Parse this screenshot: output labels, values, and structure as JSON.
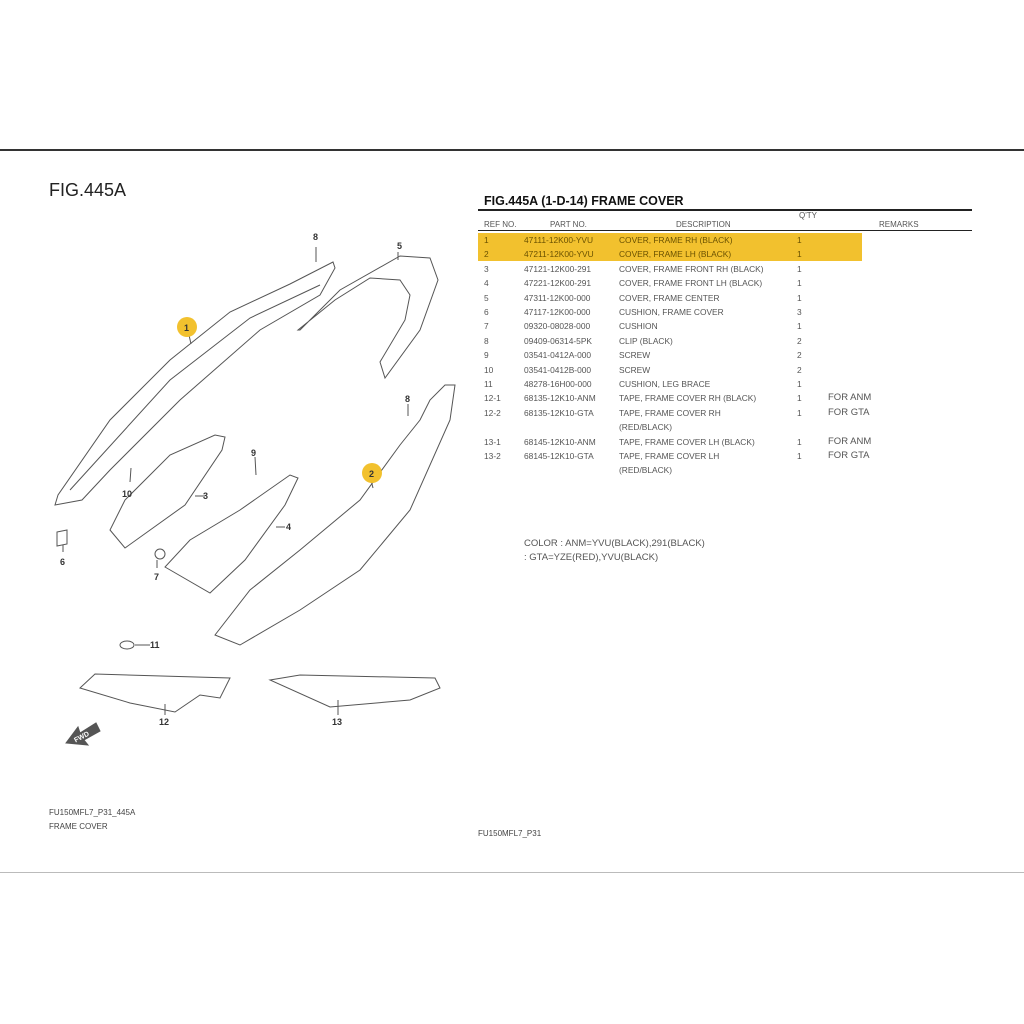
{
  "figure_label": "FIG.445A",
  "table": {
    "title": "FIG.445A (1-D-14) FRAME COVER",
    "headers": {
      "ref": "REF NO.",
      "part": "PART NO.",
      "desc": "DESCRIPTION",
      "qty": "Q'TY",
      "remarks": "REMARKS"
    },
    "highlight_color": "#f2c12e",
    "rows": [
      {
        "ref": "1",
        "part": "47111-12K00-YVU",
        "desc": "COVER, FRAME RH (BLACK)",
        "qty": "1",
        "remarks": "",
        "highlighted": true
      },
      {
        "ref": "2",
        "part": "47211-12K00-YVU",
        "desc": "COVER, FRAME LH (BLACK)",
        "qty": "1",
        "remarks": "",
        "highlighted": true
      },
      {
        "ref": "3",
        "part": "47121-12K00-291",
        "desc": "COVER, FRAME FRONT RH (BLACK)",
        "qty": "1",
        "remarks": ""
      },
      {
        "ref": "4",
        "part": "47221-12K00-291",
        "desc": "COVER, FRAME FRONT LH (BLACK)",
        "qty": "1",
        "remarks": ""
      },
      {
        "ref": "5",
        "part": "47311-12K00-000",
        "desc": "COVER, FRAME CENTER",
        "qty": "1",
        "remarks": ""
      },
      {
        "ref": "6",
        "part": "47117-12K00-000",
        "desc": "CUSHION, FRAME COVER",
        "qty": "3",
        "remarks": ""
      },
      {
        "ref": "7",
        "part": "09320-08028-000",
        "desc": "CUSHION",
        "qty": "1",
        "remarks": ""
      },
      {
        "ref": "8",
        "part": "09409-06314-5PK",
        "desc": "CLIP (BLACK)",
        "qty": "2",
        "remarks": ""
      },
      {
        "ref": "9",
        "part": "03541-0412A-000",
        "desc": "SCREW",
        "qty": "2",
        "remarks": ""
      },
      {
        "ref": "10",
        "part": "03541-0412B-000",
        "desc": "SCREW",
        "qty": "2",
        "remarks": ""
      },
      {
        "ref": "11",
        "part": "48278-16H00-000",
        "desc": "CUSHION, LEG BRACE",
        "qty": "1",
        "remarks": ""
      },
      {
        "ref": "12-1",
        "part": "68135-12K10-ANM",
        "desc": "TAPE, FRAME COVER RH (BLACK)",
        "qty": "1",
        "remarks": "FOR ANM"
      },
      {
        "ref": "12-2",
        "part": "68135-12K10-GTA",
        "desc": "TAPE, FRAME COVER RH",
        "desc2": "(RED/BLACK)",
        "qty": "1",
        "remarks": "FOR GTA"
      },
      {
        "ref": "13-1",
        "part": "68145-12K10-ANM",
        "desc": "TAPE, FRAME COVER LH (BLACK)",
        "qty": "1",
        "remarks": "FOR ANM"
      },
      {
        "ref": "13-2",
        "part": "68145-12K10-GTA",
        "desc": "TAPE, FRAME COVER LH",
        "desc2": "(RED/BLACK)",
        "qty": "1",
        "remarks": "FOR GTA"
      }
    ]
  },
  "color_note": {
    "line1": "COLOR : ANM=YVU(BLACK),291(BLACK)",
    "line2": ": GTA=YZE(RED),YVU(BLACK)"
  },
  "diagram": {
    "callouts": {
      "c1": "1",
      "c2": "2",
      "c3": "3",
      "c4": "4",
      "c5": "5",
      "c6": "6",
      "c7": "7",
      "c8a": "8",
      "c8b": "8",
      "c9": "9",
      "c10": "10",
      "c11": "11",
      "c12": "12",
      "c13": "13"
    },
    "fwd_label": "FWD"
  },
  "footer": {
    "left_code": "FU150MFL7_P31_445A",
    "left_name": "FRAME COVER",
    "right_code": "FU150MFL7_P31"
  }
}
